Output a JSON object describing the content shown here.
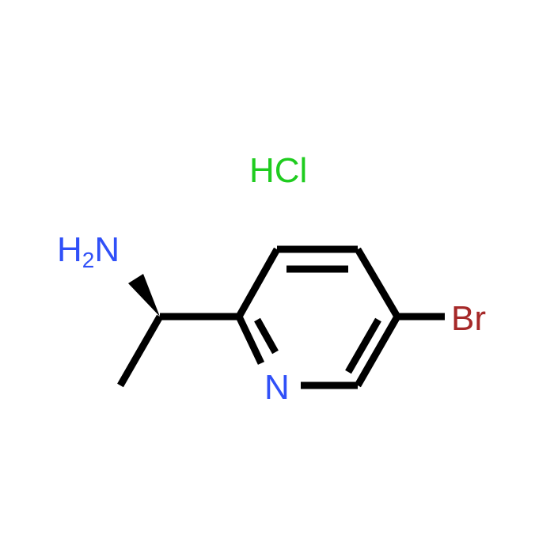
{
  "molecule": {
    "salt_label": "HCl",
    "amine_label": {
      "h": "H",
      "sub": "2",
      "n": "N"
    },
    "ring_nitrogen_label": "N",
    "bromine_label": "Br"
  },
  "colors": {
    "background": "#ffffff",
    "bond": "#000000",
    "nitrogen": "#3050F8",
    "bromine": "#A62929",
    "chlorine_salt": "#1FCC1F"
  }
}
